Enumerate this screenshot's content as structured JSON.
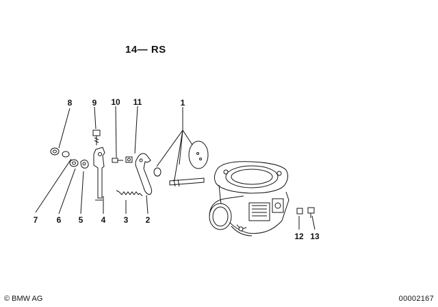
{
  "diagram": {
    "title": "14— RS",
    "callouts": {
      "c1": "1",
      "c2": "2",
      "c3": "3",
      "c4": "4",
      "c5": "5",
      "c6": "6",
      "c7": "7",
      "c8": "8",
      "c9": "9",
      "c10": "10",
      "c11": "11",
      "c12": "12",
      "c13": "13"
    }
  },
  "footer": {
    "copyright": "© BMW AG",
    "image_number": "00002167"
  }
}
